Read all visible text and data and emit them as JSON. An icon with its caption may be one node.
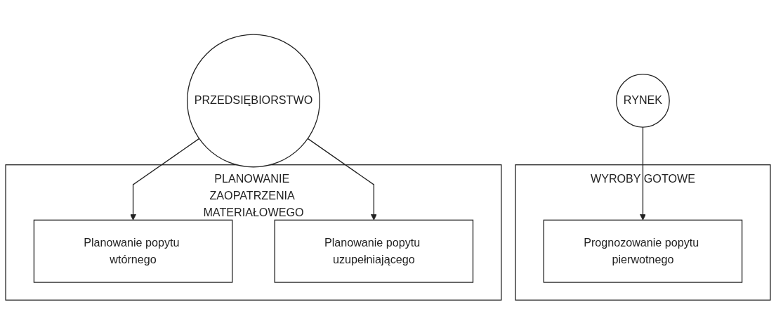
{
  "diagram": {
    "nodes": [
      {
        "text": [
          "WYROBY GOTOWE"
        ]
      },
      {
        "text": [
          "Prognozowanie popytu pierwotnego"
        ],
        "in": 0
      },
      {
        "text": [
          "RYNEK"
        ]
      },
      {
        "text": [
          "PRZEDSIĘBIORSTWO"
        ]
      },
      {
        "text": [
          "PLANOWANIE ZAOPATRZENIA MATERIAŁOWEGO"
        ]
      },
      {
        "text": [
          "Planowanie popytu wtórnego"
        ],
        "in": 4
      },
      {
        "text": [
          "Planowanie popytu uzupełniającego"
        ],
        "in": 4
      }
    ],
    "edges": [
      {
        "from": 2,
        "to": 1,
        "arrow": "to"
      },
      {
        "from": 3,
        "to": 5,
        "arrow": "to"
      },
      {
        "from": 3,
        "to": 6,
        "arrow": "to"
      }
    ]
  }
}
